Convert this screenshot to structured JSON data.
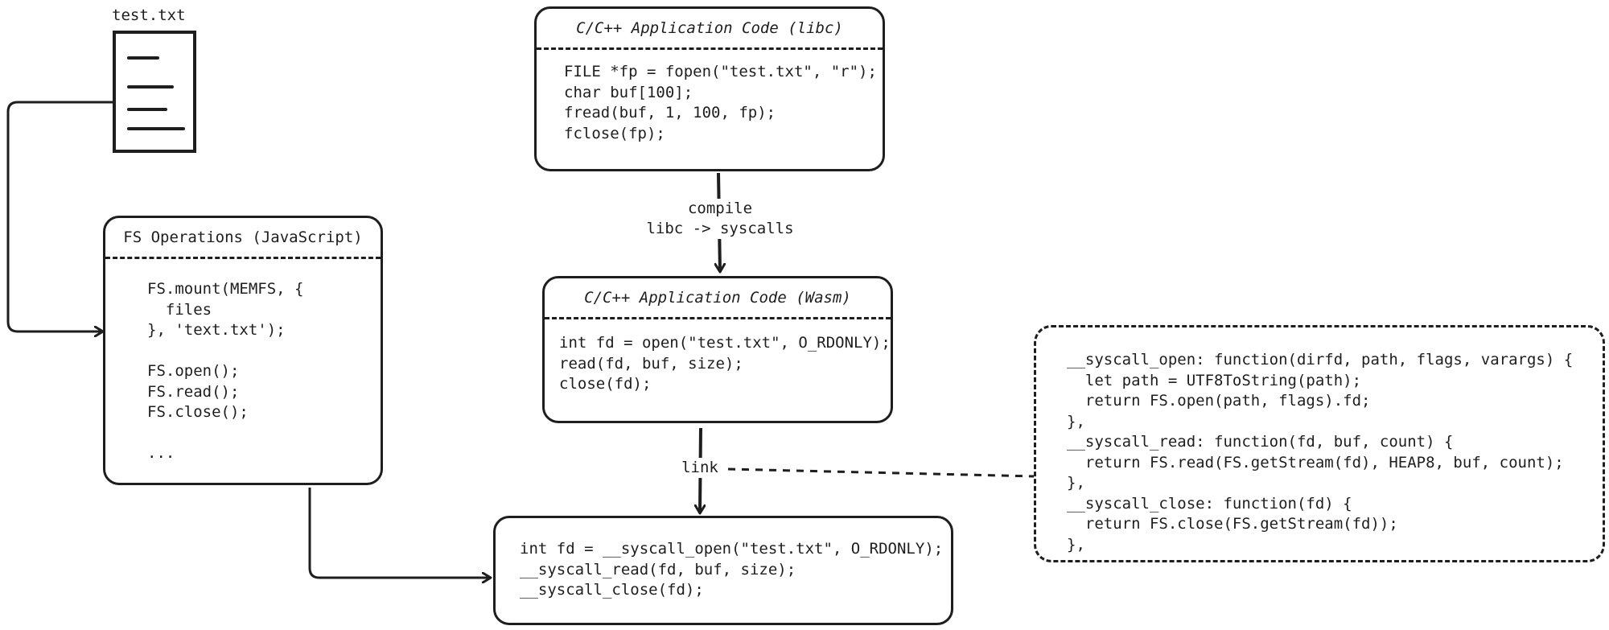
{
  "file": {
    "name": "test.txt"
  },
  "libc_box": {
    "title": "C/C++ Application Code (libc)",
    "code": "FILE *fp = fopen(\"test.txt\", \"r\");\nchar buf[100];\nfread(buf, 1, 100, fp);\nfclose(fp);"
  },
  "compile_label": "compile\nlibc -> syscalls",
  "wasm_box": {
    "title": "C/C++ Application Code (Wasm)",
    "code": "int fd = open(\"test.txt\", O_RDONLY);\nread(fd, buf, size);\nclose(fd);"
  },
  "fs_box": {
    "title": "FS Operations (JavaScript)",
    "code": "FS.mount(MEMFS, {\n  files\n}, 'text.txt');\n\nFS.open();\nFS.read();\nFS.close();\n\n..."
  },
  "link_label": "link",
  "syscall_box": {
    "code": "int fd = __syscall_open(\"test.txt\", O_RDONLY);\n__syscall_read(fd, buf, size);\n__syscall_close(fd);"
  },
  "js_impl_box": {
    "code": "__syscall_open: function(dirfd, path, flags, varargs) {\n  let path = UTF8ToString(path);\n  return FS.open(path, flags).fd;\n},\n__syscall_read: function(fd, buf, count) {\n  return FS.read(FS.getStream(fd), HEAP8, buf, count);\n},\n__syscall_close: function(fd) {\n  return FS.close(FS.getStream(fd));\n},"
  }
}
